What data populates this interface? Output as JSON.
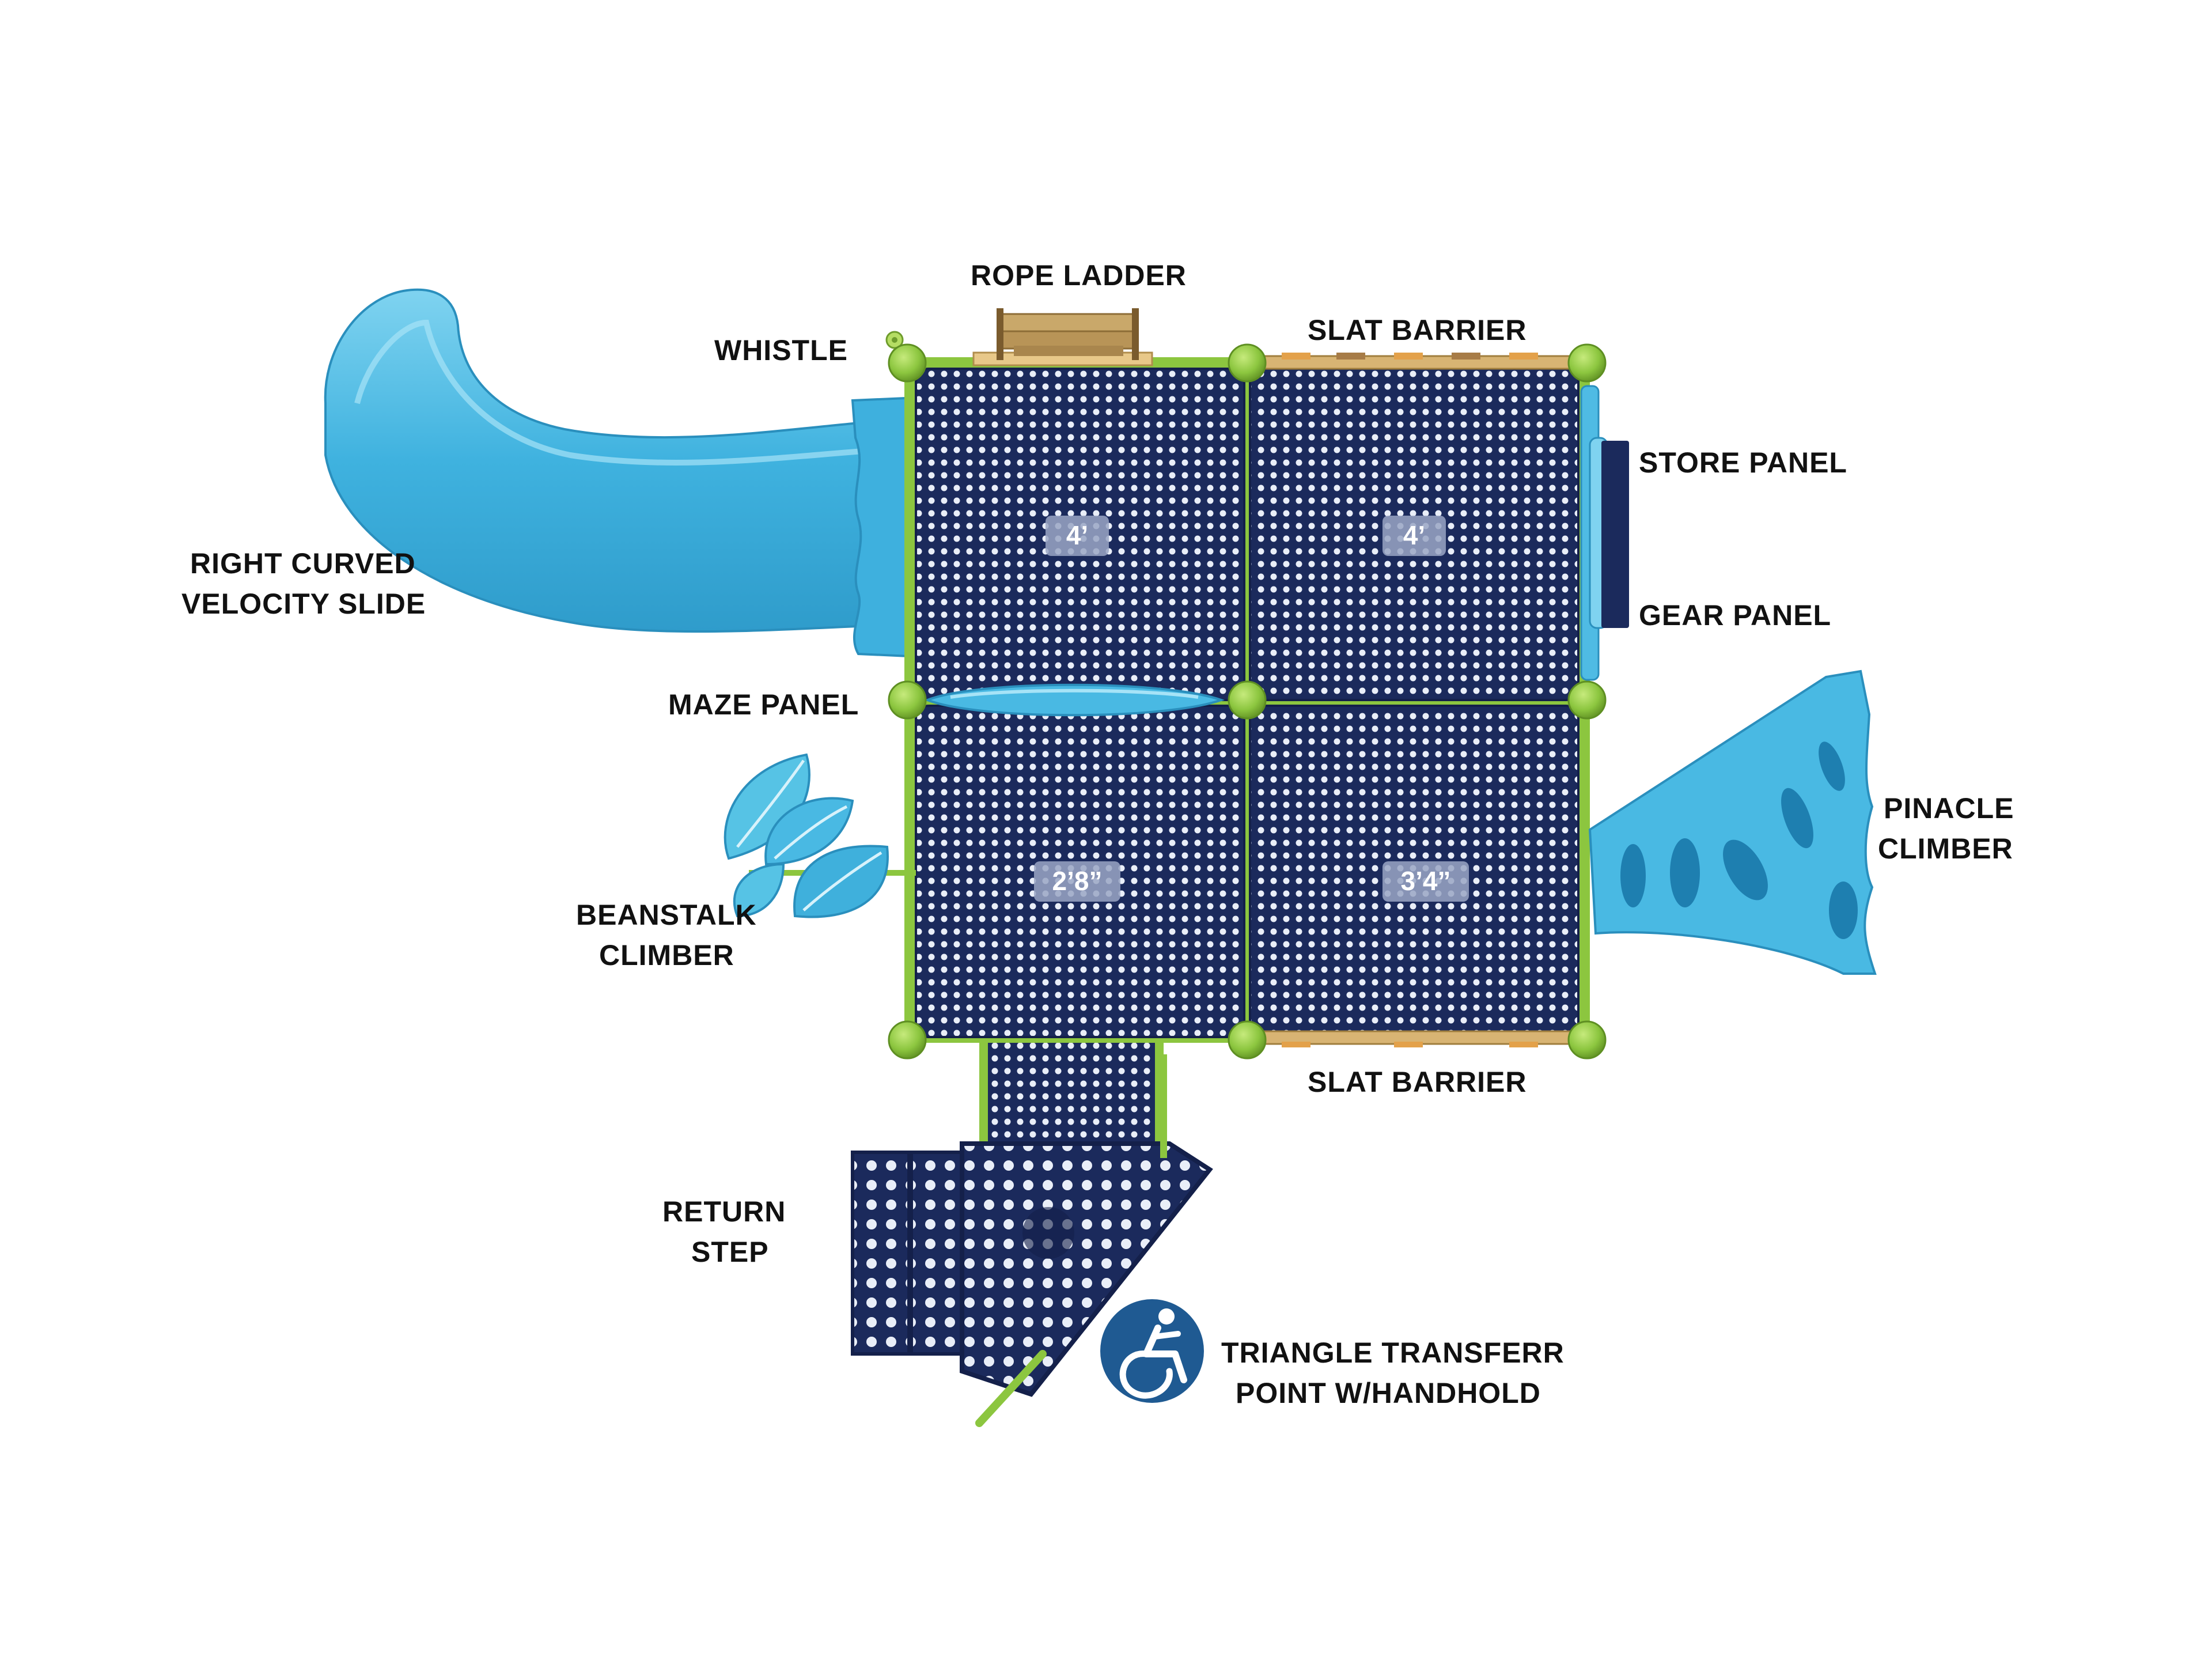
{
  "labels": {
    "rope_ladder": "ROPE LADDER",
    "whistle": "WHISTLE",
    "slat_barrier_top": "SLAT BARRIER",
    "store_panel": "STORE PANEL",
    "right_curved_velocity_slide": [
      "RIGHT CURVED",
      "VELOCITY SLIDE"
    ],
    "gear_panel": "GEAR PANEL",
    "maze_panel": "MAZE PANEL",
    "pinacle_climber": [
      "PINACLE",
      "CLIMBER"
    ],
    "beanstalk_climber": [
      "BEANSTALK",
      "CLIMBER"
    ],
    "slat_barrier_bottom": "SLAT BARRIER",
    "return_step": [
      "RETURN",
      "STEP"
    ],
    "triangle_transfer_point": [
      "TRIANGLE TRANSFERR",
      "POINT W/HANDHOLD"
    ]
  },
  "deck_heights": {
    "top_left": "4’",
    "top_right": "4’",
    "bottom_left": "2’8”",
    "bottom_right": "3’4”"
  },
  "icons": {
    "accessibility": "wheelchair-accessibility-icon"
  },
  "colors": {
    "deck": "#1d2b5e",
    "slide": "#49b9e3",
    "post": "#8cc63f",
    "label": "#111111",
    "badge": "#1f5a92"
  }
}
